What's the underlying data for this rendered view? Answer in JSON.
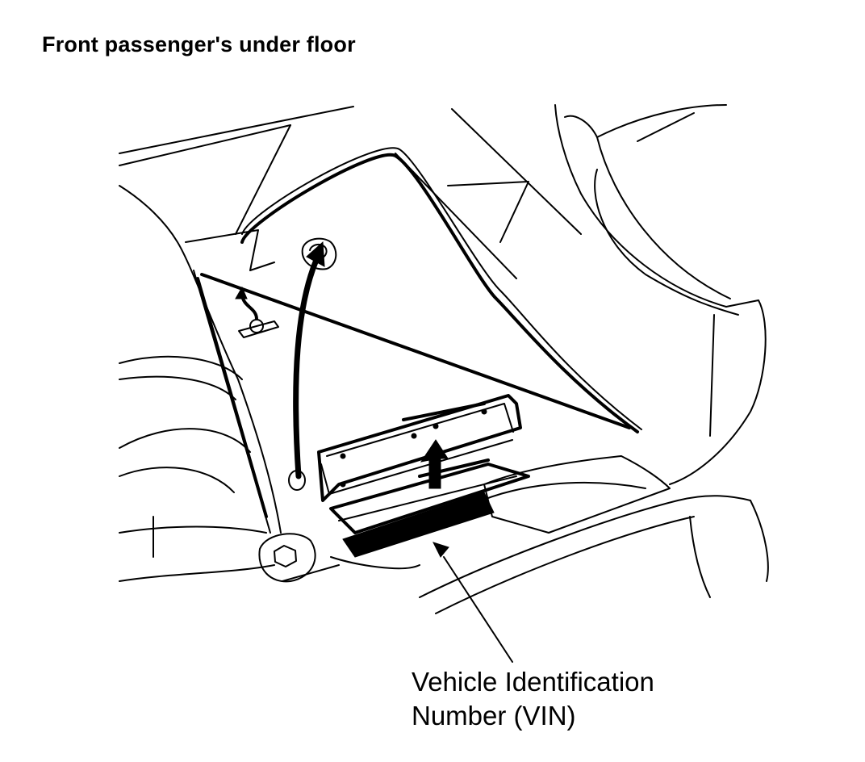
{
  "title": "Front passenger's under floor",
  "callout": {
    "line1": "Vehicle Identification",
    "line2": "Number (VIN)"
  }
}
